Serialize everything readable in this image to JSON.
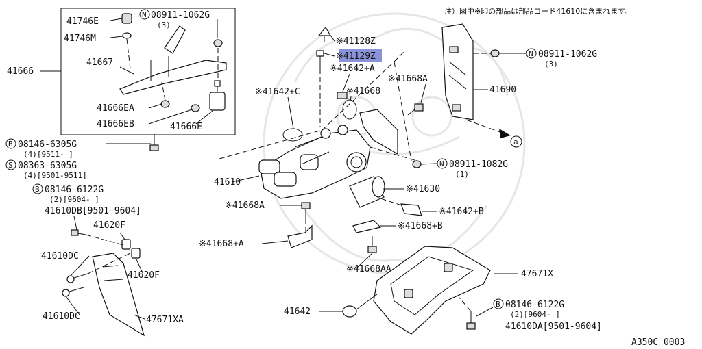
{
  "note": "注）図中※印の部品は部品コード41610に含まれます。",
  "diagram_code": "A350C 0003",
  "highlight_color": "#8a93d9",
  "labels": {
    "p41746e": "41746E",
    "p41746m": "41746M",
    "n08911_1062g_top": "08911-1062G",
    "n08911_1062g_top_qty": "(3)",
    "p41666": "41666",
    "p41667": "41667",
    "p41666ea": "41666EA",
    "p41666eb": "41666EB",
    "p41666e": "41666E",
    "b08146_6305g": "08146-6305G",
    "b08146_6305g_sub": "(4)[9511-    ]",
    "s08363_6305g": "08363-6305G",
    "s08363_6305g_sub": "(4)[9501-9511]",
    "b08146_6122g_left": "08146-6122G",
    "b08146_6122g_left_sub": "(2)[9604-    ]",
    "p41610db": "41610DB[9501-9604]",
    "p41620f_top": "41620F",
    "p41610dc_top": "41610DC",
    "p41620f_bottom": "41620F",
    "p41610dc_bottom": "41610DC",
    "p47671xa": "47671XA",
    "p41128z": "※41128Z",
    "p41129z": "※41129Z",
    "p41642a": "※41642+A",
    "p41642c": "※41642+C",
    "p41668": "※41668",
    "p41668a_top": "※41668A",
    "n08911_1062g_right": "08911-1062G",
    "n08911_1062g_right_qty": "(3)",
    "p41690": "41690",
    "p41610": "41610",
    "n08911_1082g": "08911-1082G",
    "n08911_1082g_qty": "(1)",
    "p41630": "※41630",
    "p41668a_mid": "※41668A",
    "p41642b": "※41642+B",
    "p41668b": "※41668+B",
    "p41668_plus_a": "※41668+A",
    "p41668aa": "※41668AA",
    "p47671x": "47671X",
    "p41642": "41642",
    "b08146_6122g_right": "08146-6122G",
    "b08146_6122g_right_sub": "(2)[9604-    ]",
    "p41610da": "41610DA[9501-9604]"
  },
  "markers": {
    "n": "N",
    "b": "B",
    "s": "S",
    "a": "a"
  }
}
